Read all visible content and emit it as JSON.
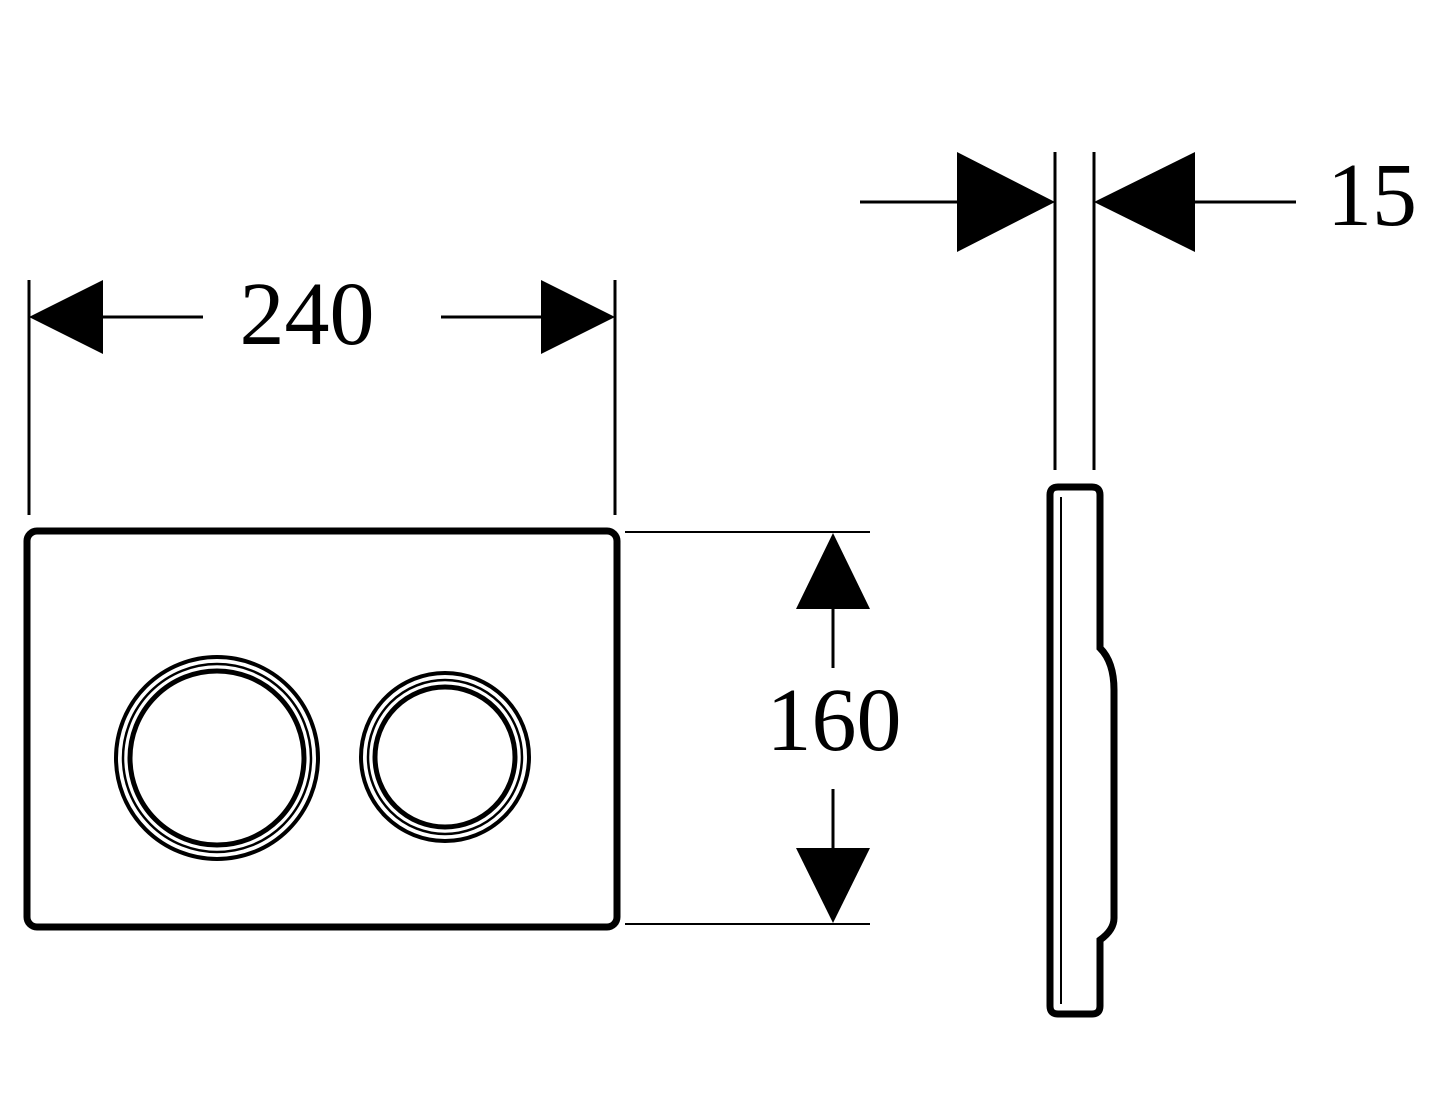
{
  "drawing": {
    "dimensions": {
      "width": {
        "value": "240"
      },
      "height": {
        "value": "160"
      },
      "depth": {
        "value": "15"
      }
    }
  }
}
